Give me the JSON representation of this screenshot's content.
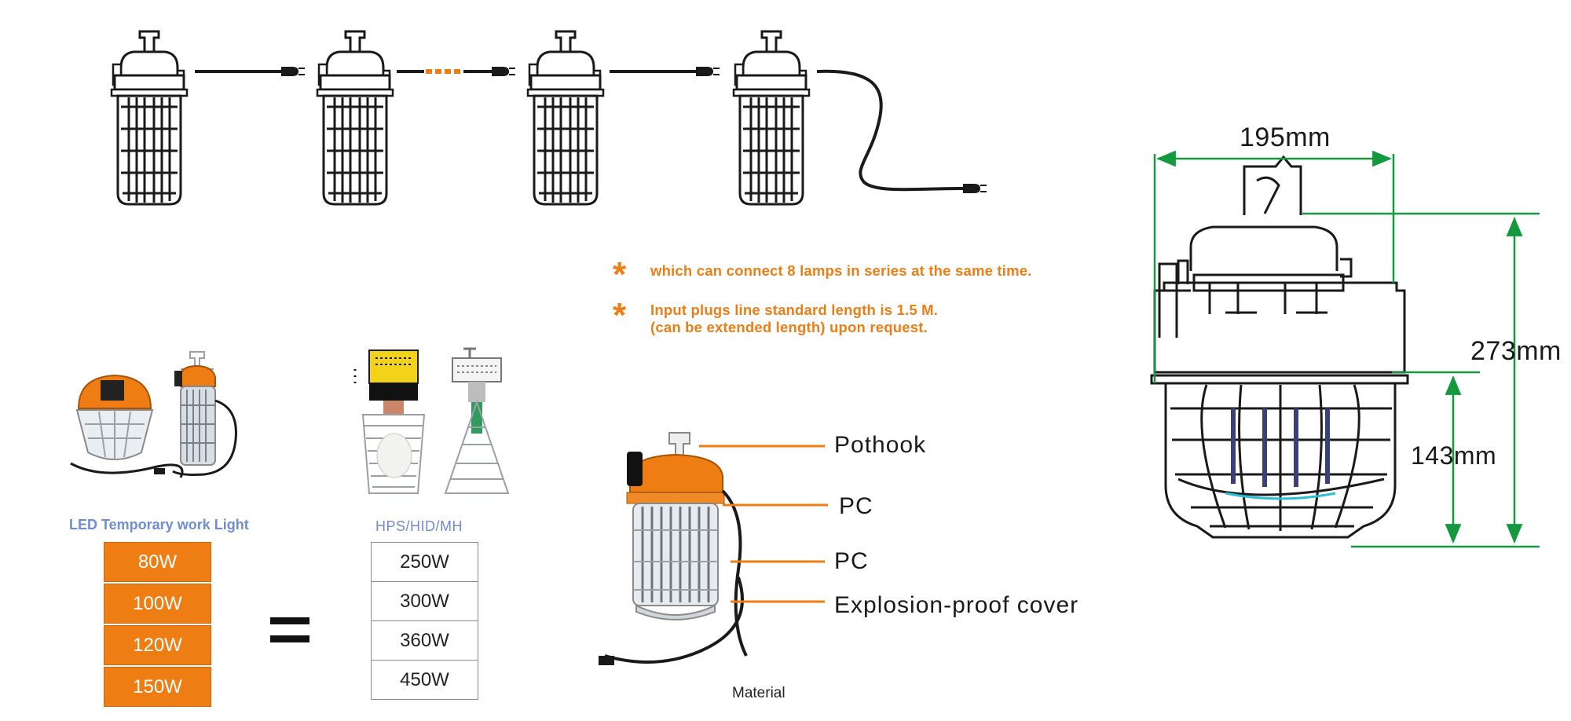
{
  "series_diagram": {
    "lamp_count_shown": 4,
    "plug_label": "plug-icon",
    "cord_color": "#1a1a1a",
    "dashed_link_color": "#ee7d14"
  },
  "notes": [
    {
      "star": "*",
      "line1": "which can connect 8 lamps in series at the same time.",
      "line2": ""
    },
    {
      "star": "*",
      "line1": "Input plugs line standard length is 1.5 M.",
      "line2": "(can be extended length) upon request."
    }
  ],
  "led": {
    "title": "LED Temporary work  Light",
    "wattages": [
      "80W",
      "100W",
      "120W",
      "150W"
    ]
  },
  "equals": "=",
  "hps": {
    "title": "HPS/HID/MH",
    "wattages": [
      "250W",
      "300W",
      "360W",
      "450W"
    ]
  },
  "material": {
    "caption": "Material",
    "labels": [
      "Pothook",
      "PC",
      "PC",
      "Explosion-proof cover"
    ]
  },
  "dimensions": {
    "width": "195mm",
    "height": "273mm",
    "cage_height": "143mm",
    "line_color": "#14993e"
  },
  "colors": {
    "accent_orange": "#ee7d14",
    "led_title_blue": "#6e8dd2",
    "dimension_green": "#14993e"
  }
}
